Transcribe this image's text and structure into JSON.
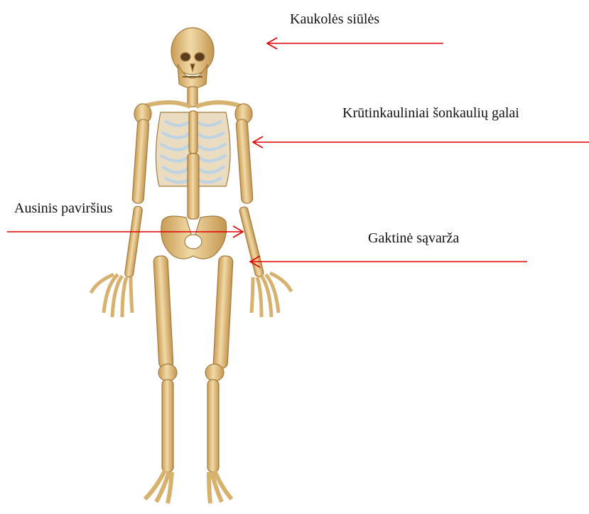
{
  "labels": [
    "Kaukolės siūlės",
    "Krūtinkauliniai šonkaulių galai",
    "Ausinis paviršius",
    "Gaktinė sąvarža"
  ],
  "colors": {
    "background": "#ffffff",
    "arrow": "#e00000",
    "bone": "#e8c98c",
    "bone_shadow": "#b98a46",
    "cartilage": "#bcd3e6",
    "text": "#111111"
  }
}
